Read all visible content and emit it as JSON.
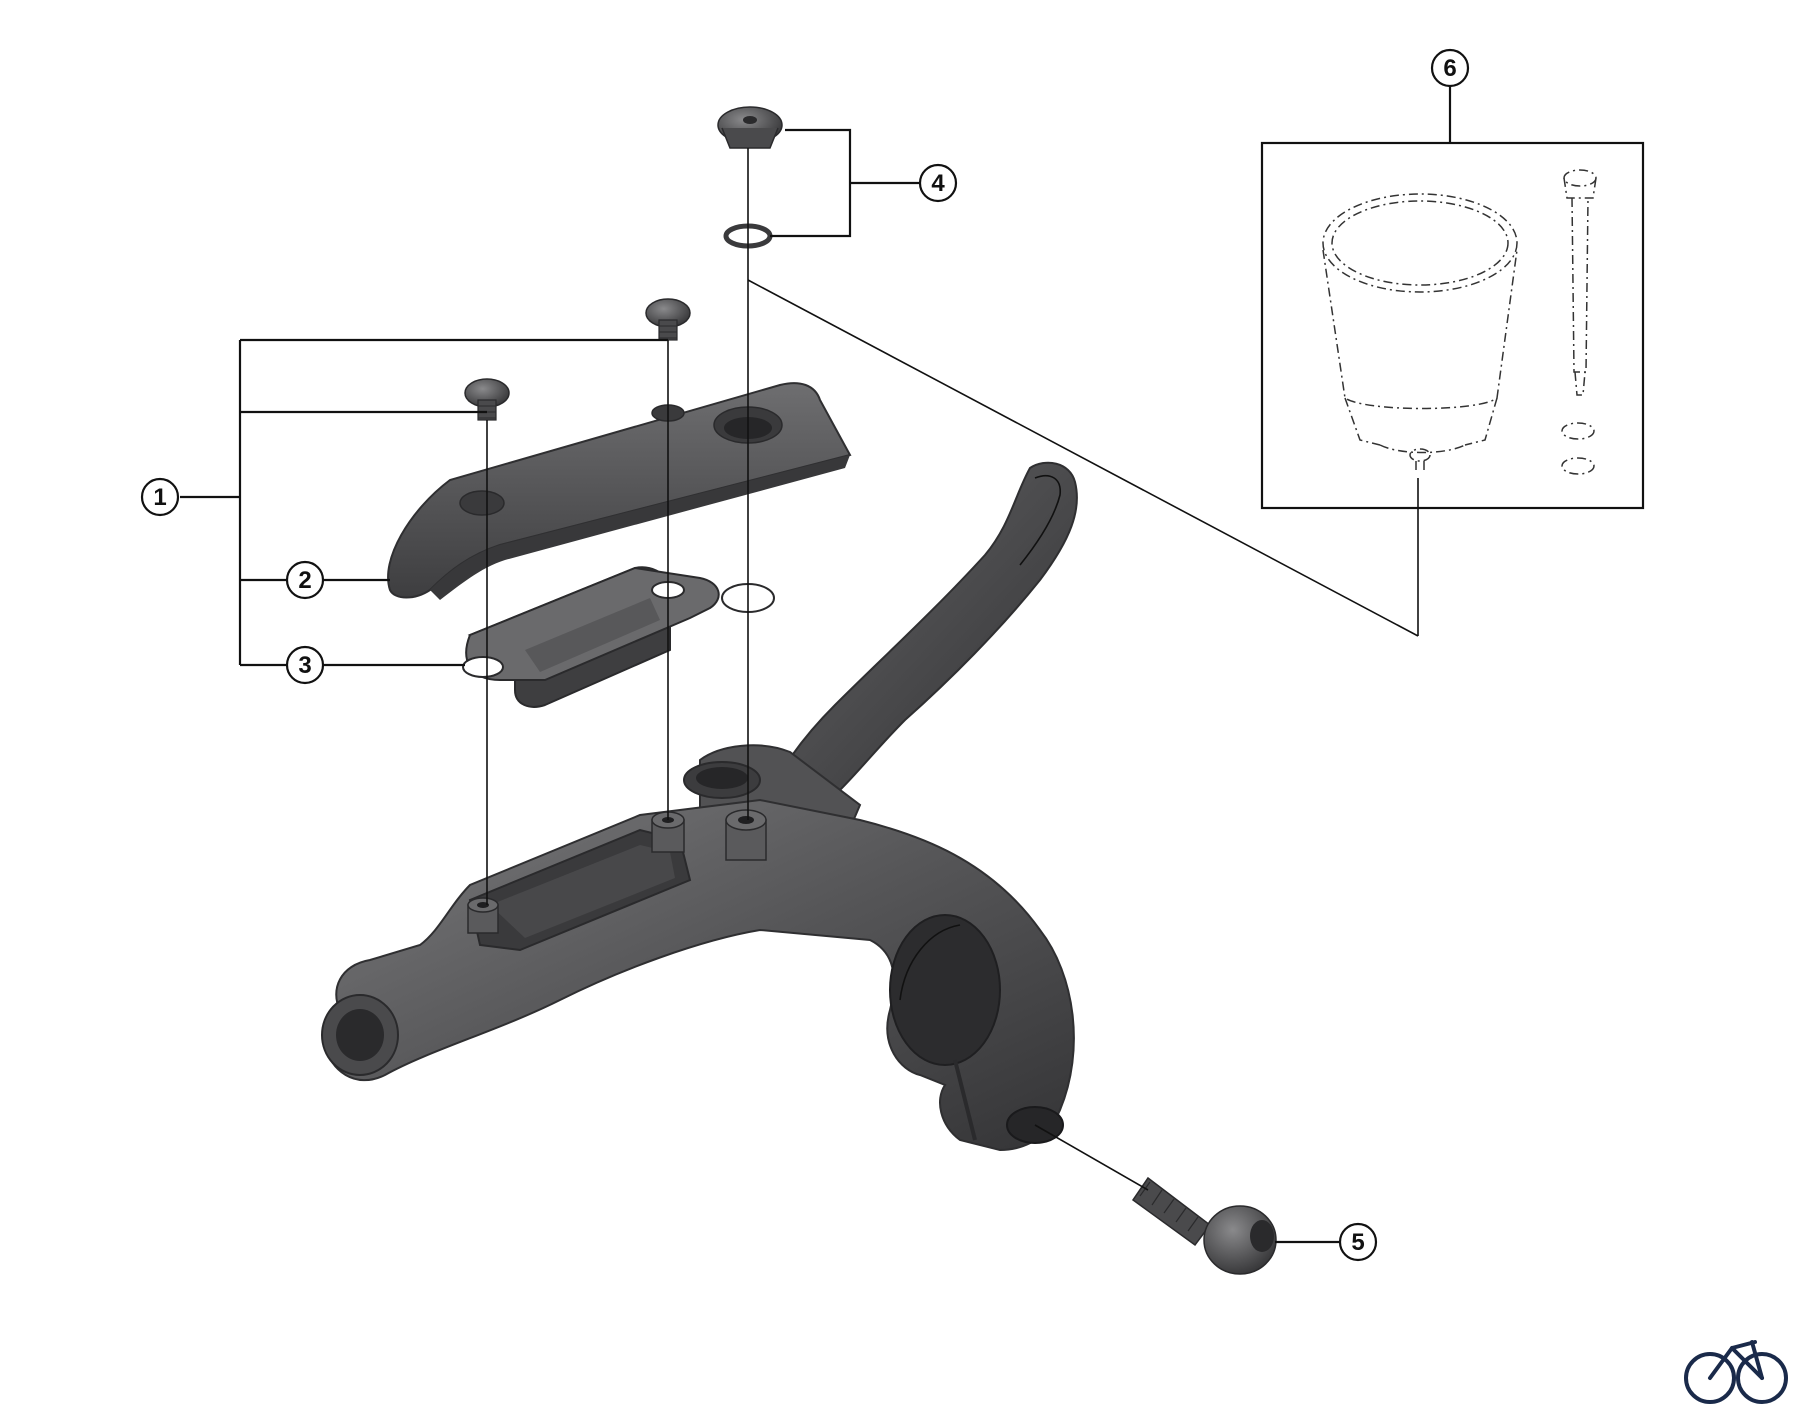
{
  "callouts": [
    {
      "number": "1"
    },
    {
      "number": "2"
    },
    {
      "number": "3"
    },
    {
      "number": "4"
    },
    {
      "number": "5"
    },
    {
      "number": "6"
    }
  ],
  "colors": {
    "part_dark": "#4a4a4c",
    "part_mid": "#5e5e60",
    "part_light": "#7a7a7c",
    "part_shadow": "#2f2f31",
    "line": "#111111"
  },
  "icons": {
    "brand_logo": "bicycle-icon"
  }
}
